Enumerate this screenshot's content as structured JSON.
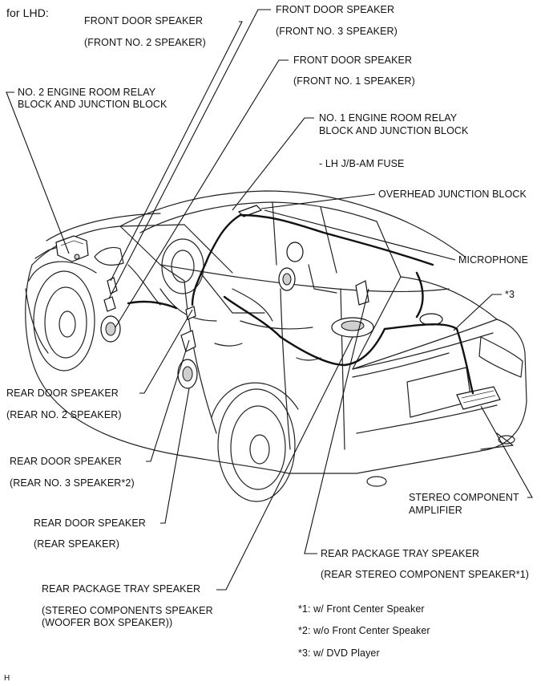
{
  "figure": {
    "header": "for LHD:",
    "corner_mark": "H"
  },
  "labels": {
    "front_no2": {
      "line1": "FRONT DOOR SPEAKER",
      "line2": "(FRONT NO. 2 SPEAKER)"
    },
    "front_no3": {
      "line1": "FRONT DOOR SPEAKER",
      "line2": "(FRONT NO. 3 SPEAKER)"
    },
    "front_no1": {
      "line1": "FRONT DOOR SPEAKER",
      "line2": "(FRONT NO. 1 SPEAKER)"
    },
    "no2_relay": {
      "line1": "NO. 2 ENGINE ROOM RELAY",
      "line2": "BLOCK AND JUNCTION BLOCK"
    },
    "no1_relay": {
      "line1": "NO. 1 ENGINE ROOM RELAY",
      "line2": "BLOCK AND JUNCTION BLOCK",
      "fuse": "- LH J/B-AM FUSE"
    },
    "overhead_jb": "OVERHEAD JUNCTION BLOCK",
    "microphone": "MICROPHONE",
    "star3": "*3",
    "rear_no2": {
      "line1": "REAR DOOR SPEAKER",
      "line2": "(REAR NO. 2 SPEAKER)"
    },
    "rear_no3": {
      "line1": "REAR DOOR SPEAKER",
      "line2": "(REAR NO. 3 SPEAKER*2)"
    },
    "rear_spk": {
      "line1": "REAR DOOR SPEAKER",
      "line2": "(REAR SPEAKER)"
    },
    "amplifier": {
      "line1": "STEREO COMPONENT",
      "line2": "AMPLIFIER"
    },
    "rear_pkg_tray_1": {
      "line1": "REAR PACKAGE TRAY SPEAKER",
      "line2": "(REAR STEREO COMPONENT SPEAKER*1)"
    },
    "rear_pkg_tray_2": {
      "line1": "REAR PACKAGE TRAY SPEAKER",
      "line2": "(STEREO COMPONENTS SPEAKER",
      "line3": "(WOOFER BOX SPEAKER))"
    }
  },
  "footnotes": [
    "*1: w/ Front Center Speaker",
    "*2: w/o Front Center Speaker",
    "*3: w/ DVD Player"
  ]
}
